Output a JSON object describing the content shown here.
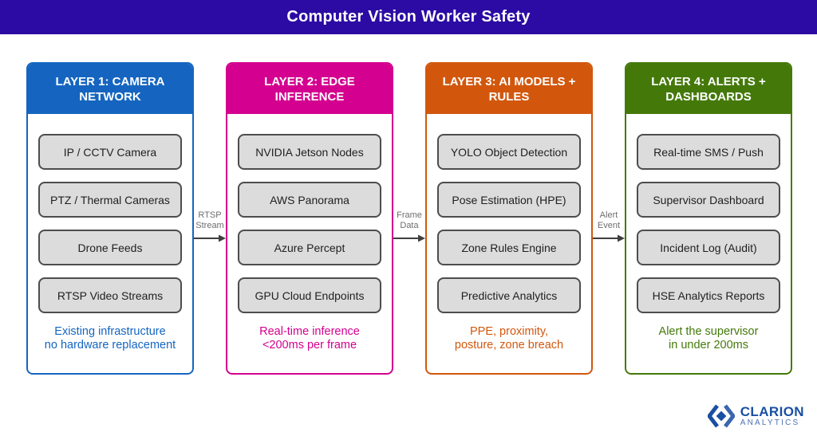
{
  "header": {
    "title": "Computer Vision Worker Safety",
    "bg": "#2B0BA3"
  },
  "layers": [
    {
      "name": "LAYER 1: CAMERA NETWORK",
      "color": "#1565C0",
      "items": [
        "IP / CCTV Camera",
        "PTZ / Thermal Cameras",
        "Drone Feeds",
        "RTSP Video Streams"
      ],
      "footer": [
        "Existing infrastructure",
        "no hardware replacement"
      ]
    },
    {
      "name": "LAYER 2: EDGE INFERENCE",
      "color": "#D4008F",
      "items": [
        "NVIDIA Jetson Nodes",
        "AWS Panorama",
        "Azure Percept",
        "GPU Cloud Endpoints"
      ],
      "footer": [
        "Real-time inference",
        "<200ms per frame"
      ]
    },
    {
      "name": "LAYER 3: AI MODELS + RULES",
      "color": "#D2570D",
      "items": [
        "YOLO Object Detection",
        "Pose Estimation (HPE)",
        "Zone Rules Engine",
        "Predictive Analytics"
      ],
      "footer": [
        "PPE, proximity,",
        "posture, zone breach"
      ]
    },
    {
      "name": "LAYER 4: ALERTS + DASHBOARDS",
      "color": "#44790A",
      "items": [
        "Real-time SMS / Push",
        "Supervisor Dashboard",
        "Incident Log (Audit)",
        "HSE Analytics Reports"
      ],
      "footer": [
        "Alert the supervisor",
        "in under 200ms"
      ]
    }
  ],
  "connectors": [
    {
      "label": [
        "RTSP",
        "Stream"
      ]
    },
    {
      "label": [
        "Frame",
        "Data"
      ]
    },
    {
      "label": [
        "Alert",
        "Event"
      ]
    }
  ],
  "arrow_color": "#3F3F3F",
  "logo": {
    "brand": "CLARION",
    "subtitle": "ANALYTICS",
    "icon": "diamond-chevron-icon",
    "brand_color": "#1A4FA3",
    "subtitle_color": "#4A73B3"
  }
}
